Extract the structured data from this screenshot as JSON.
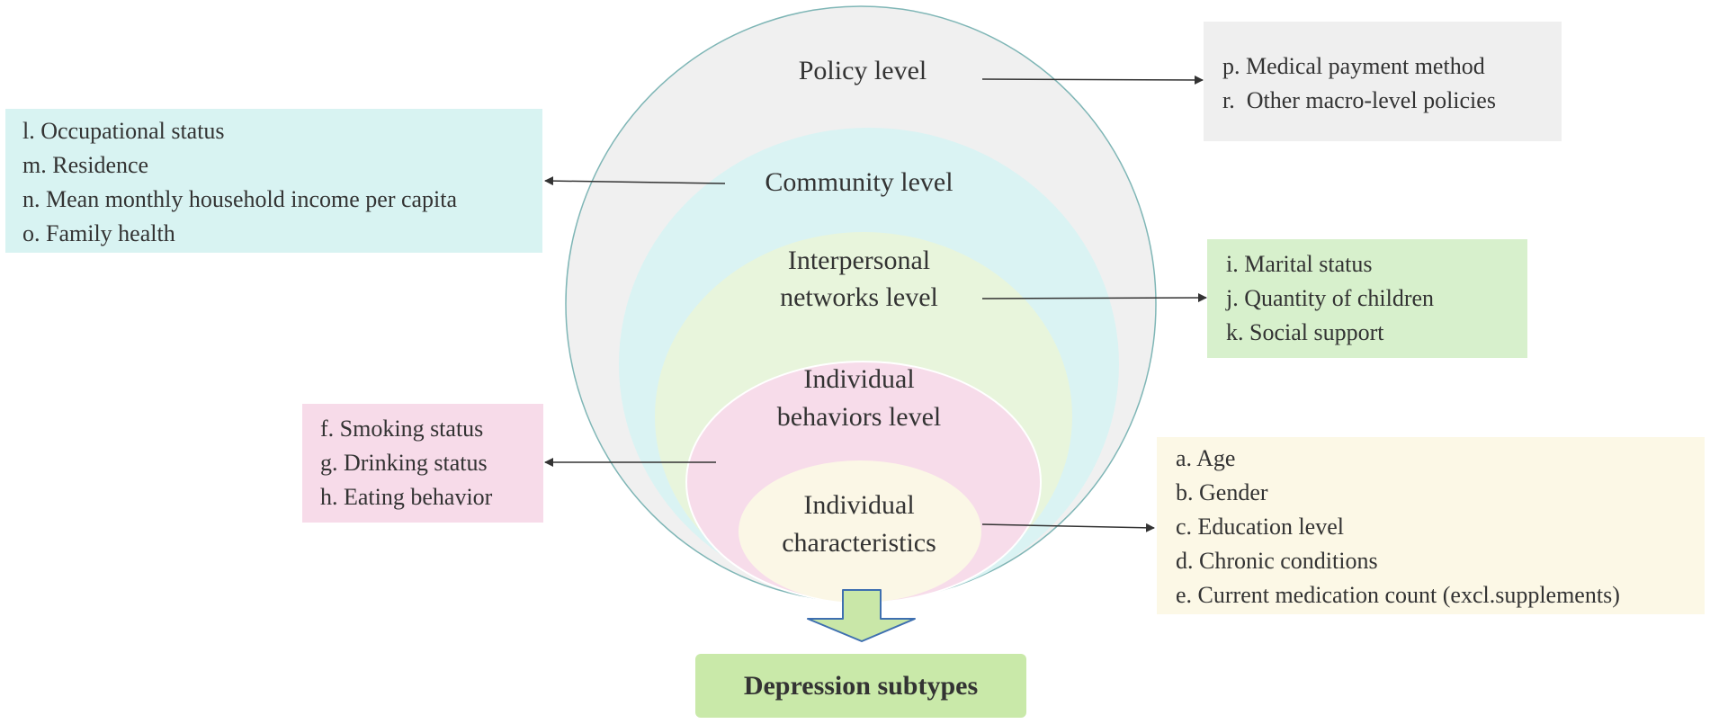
{
  "colors": {
    "policy": "#f0f0f0",
    "community": "#daf3f3",
    "interpersonal": "#e8f5dc",
    "behaviors": "#f7dcea",
    "characteristics": "#fbf7e6",
    "outer_stroke": "#7fb6b6",
    "arrow": "#333333",
    "down_arrow_fill": "#c9e7a8",
    "down_arrow_stroke": "#3e6fb0",
    "outcome_fill": "#c9e9a9",
    "policy_box": "#efefef",
    "community_box": "#d8f3f2",
    "interpersonal_box": "#d7f0cc",
    "behaviors_box": "#f7dbe9",
    "characteristics_box": "#fcf8e6"
  },
  "levels": {
    "policy": {
      "label": "Policy level"
    },
    "community": {
      "label": "Community level"
    },
    "interpersonal": {
      "label_line1": "Interpersonal",
      "label_line2": "networks level"
    },
    "behaviors": {
      "label_line1": "Individual",
      "label_line2": "behaviors level"
    },
    "characteristics": {
      "label_line1": "Individual",
      "label_line2": "characteristics"
    }
  },
  "boxes": {
    "policy": {
      "items": [
        "p. Medical payment method",
        "r.  Other macro-level policies"
      ]
    },
    "community": {
      "items": [
        "l. Occupational status",
        "m. Residence",
        "n. Mean monthly household income per capita",
        "o. Family health"
      ]
    },
    "interpersonal": {
      "items": [
        "i. Marital status",
        "j. Quantity of children",
        "k. Social support"
      ]
    },
    "behaviors": {
      "items": [
        "f. Smoking status",
        "g. Drinking status",
        "h. Eating behavior"
      ]
    },
    "characteristics": {
      "items": [
        "a. Age",
        "b. Gender",
        "c. Education level",
        "d. Chronic conditions",
        "e. Current medication count (excl.supplements)"
      ]
    }
  },
  "outcome": {
    "label": "Depression subtypes"
  }
}
